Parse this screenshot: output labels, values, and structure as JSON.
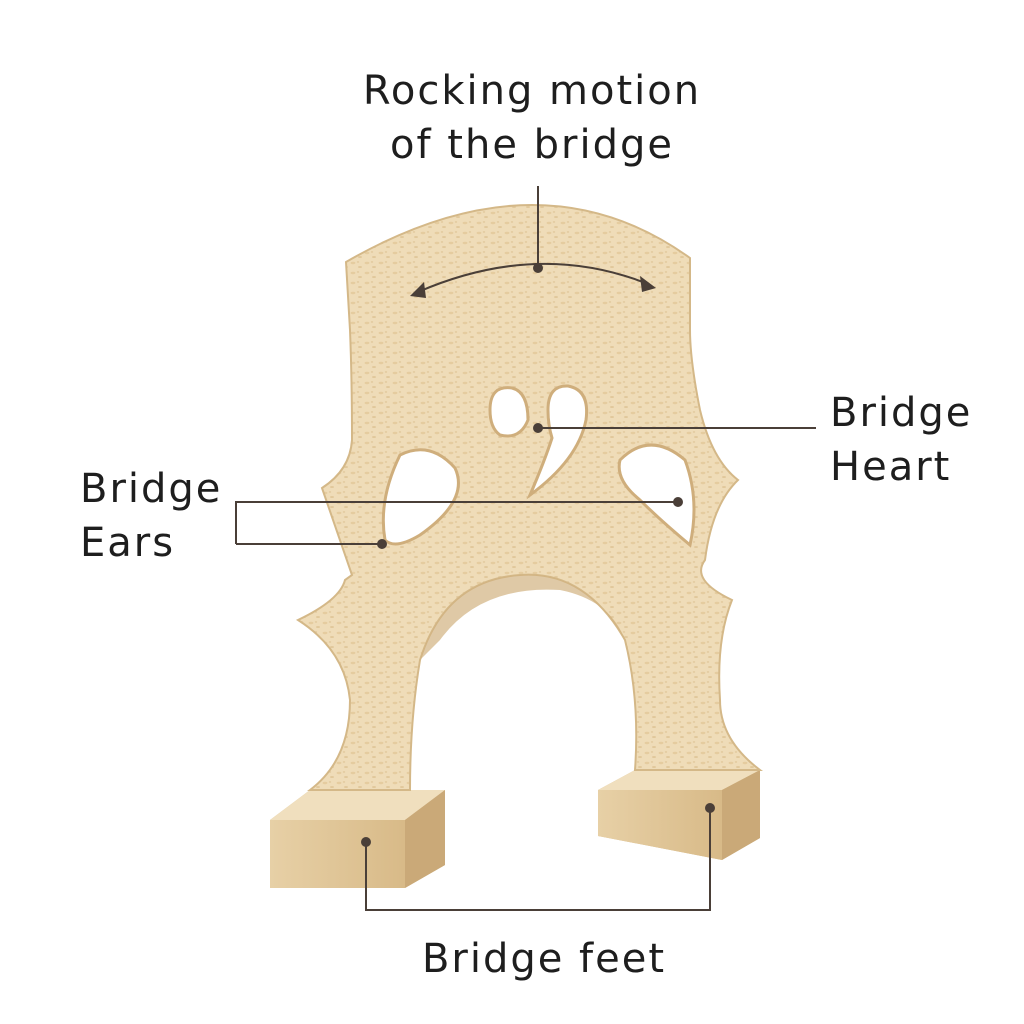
{
  "labels": {
    "rocking": {
      "line1": "Rocking motion",
      "line2": "of the bridge"
    },
    "heart": {
      "line1": "Bridge",
      "line2": "Heart"
    },
    "ears": {
      "line1": "Bridge",
      "line2": "Ears"
    },
    "feet": {
      "line1": "Bridge feet"
    }
  },
  "colors": {
    "wood_light": "#efdcb8",
    "wood_mid": "#e0c597",
    "wood_dark": "#c9a877",
    "callout": "#4a3f38",
    "text": "#1e1e1e"
  }
}
